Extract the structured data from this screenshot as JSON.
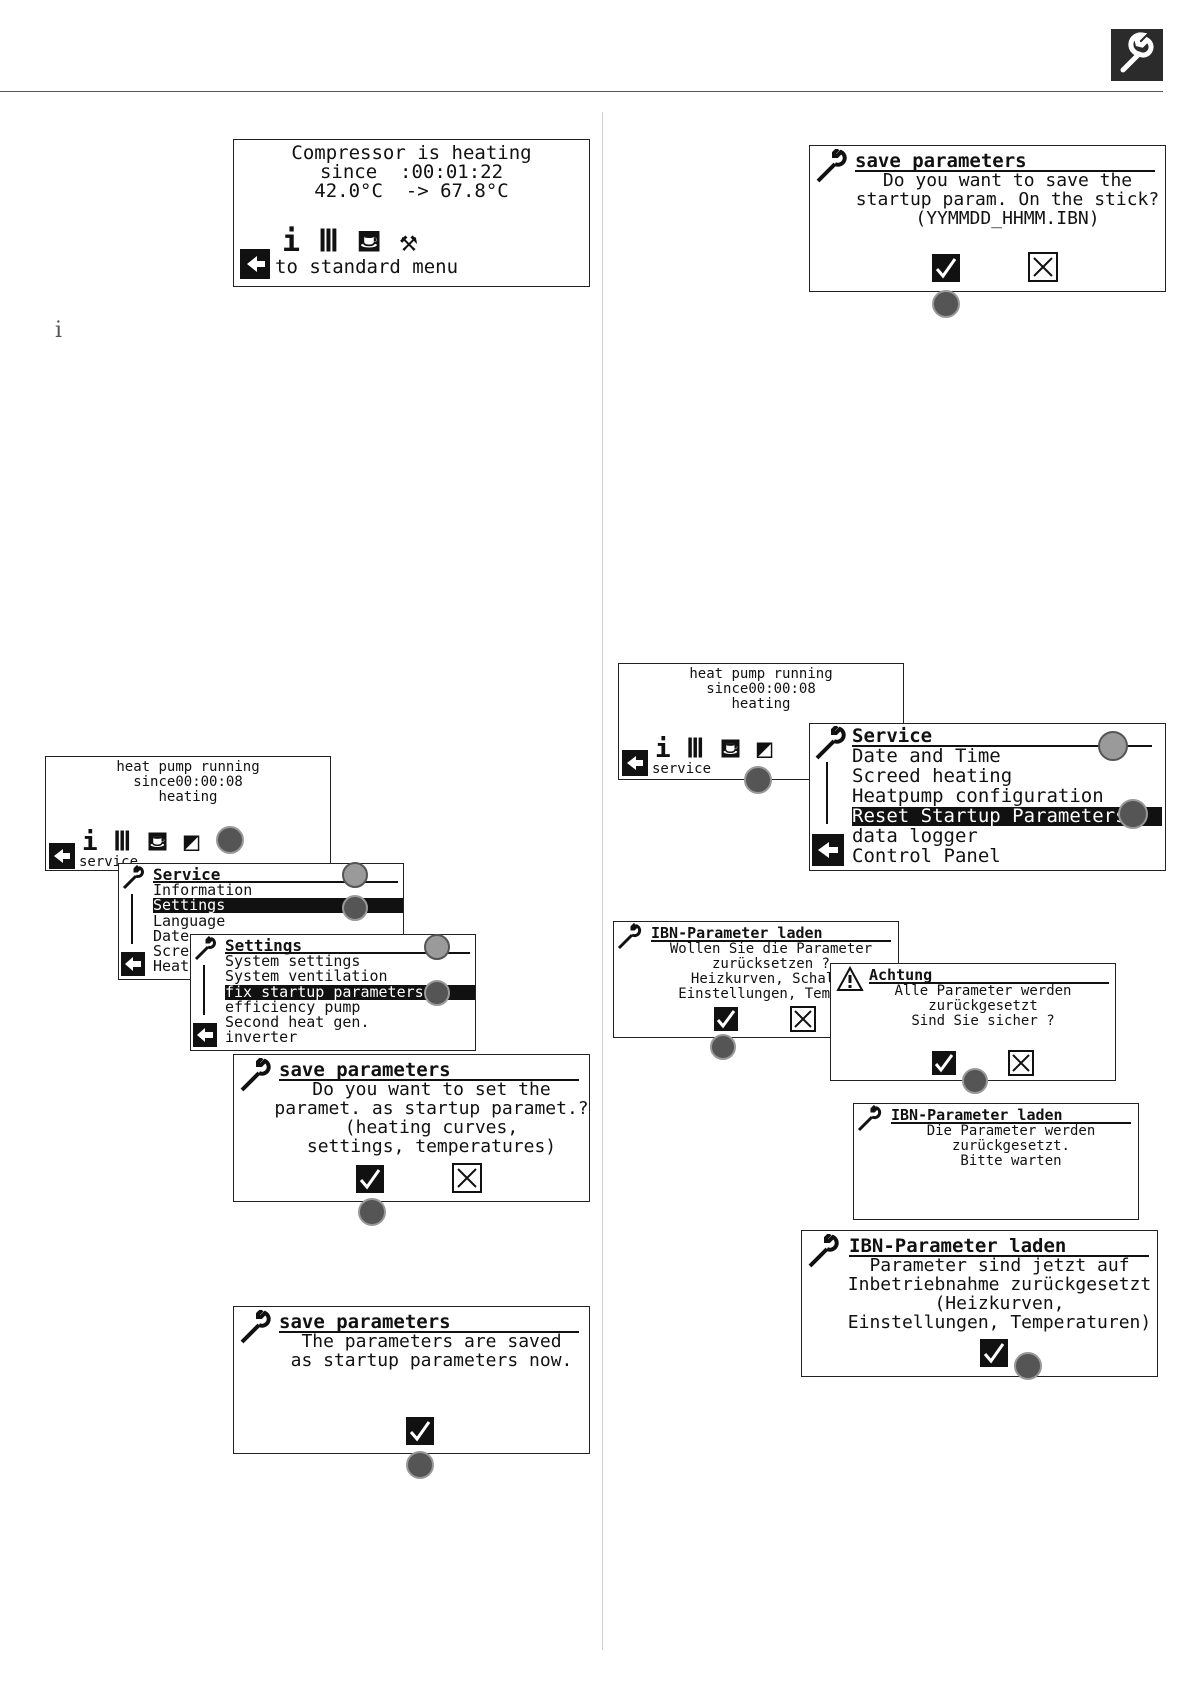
{
  "screens": {
    "compressor": {
      "line1": "Compressor is heating",
      "line2": "since  :00:01:22",
      "line3": "42.0°C  -> 67.8°C",
      "back": "to standard menu"
    },
    "save_stick": {
      "title": "save parameters",
      "line1": "Do you want to save the",
      "line2": "startup param. On the stick?",
      "line3": "(YYMMDD_HHMM.IBN)"
    },
    "hp_left": {
      "line1": "heat pump running",
      "line2": "since00:00:08",
      "line3": "heating",
      "service": "service"
    },
    "service_left": {
      "title": "Service",
      "items": [
        "Information",
        "Settings",
        "Language",
        "Date and Time",
        "Screed heating",
        "Heatpump configuration"
      ],
      "items_visible": [
        "Information",
        "Settings",
        "Language",
        "Date",
        "Scre",
        "Heat"
      ]
    },
    "settings_left": {
      "title": "Settings",
      "items": [
        "System settings",
        "System ventilation",
        "fix startup parameters",
        "efficiency pump",
        "Second heat gen.",
        "inverter"
      ]
    },
    "save_set": {
      "title": "save parameters",
      "line1": "Do you want to set the",
      "line2": "paramet. as startup paramet.?",
      "line3": "(heating curves,",
      "line4": "settings, temperatures)"
    },
    "saved": {
      "title": "save parameters",
      "line1": "The parameters are saved",
      "line2": "as startup parameters now."
    },
    "hp_right": {
      "line1": "heat pump running",
      "line2": "since00:00:08",
      "line3": "heating",
      "service": "service"
    },
    "service_right": {
      "title": "Service",
      "items": [
        "Date and Time",
        "Screed heating",
        "Heatpump configuration",
        "Reset Startup Parameters",
        "data logger",
        "Control Panel"
      ]
    },
    "ibn_load1": {
      "title": "IBN-Parameter laden",
      "line1": "Wollen Sie die Parameter",
      "line2": "zurücksetzen ?",
      "line3": "Heizkurven, Schaltu",
      "line4": "Einstellungen, Tempera"
    },
    "achtung": {
      "title": "Achtung",
      "line1": "Alle Parameter werden",
      "line2": "zurückgesetzt",
      "line3": "Sind Sie sicher ?"
    },
    "ibn_load2": {
      "title": "IBN-Parameter laden",
      "line1": "Die Parameter werden",
      "line2": "zurückgesetzt.",
      "line3": "Bitte warten"
    },
    "ibn_load3": {
      "title": "IBN-Parameter laden",
      "line1": "Parameter sind jetzt auf",
      "line2": "Inbetriebnahme zurückgesetzt",
      "line3": "(Heizkurven,",
      "line4": "Einstellungen, Temperaturen)"
    }
  },
  "icons": {
    "corner": "wrench-icon",
    "info_mark": "ℹ"
  }
}
